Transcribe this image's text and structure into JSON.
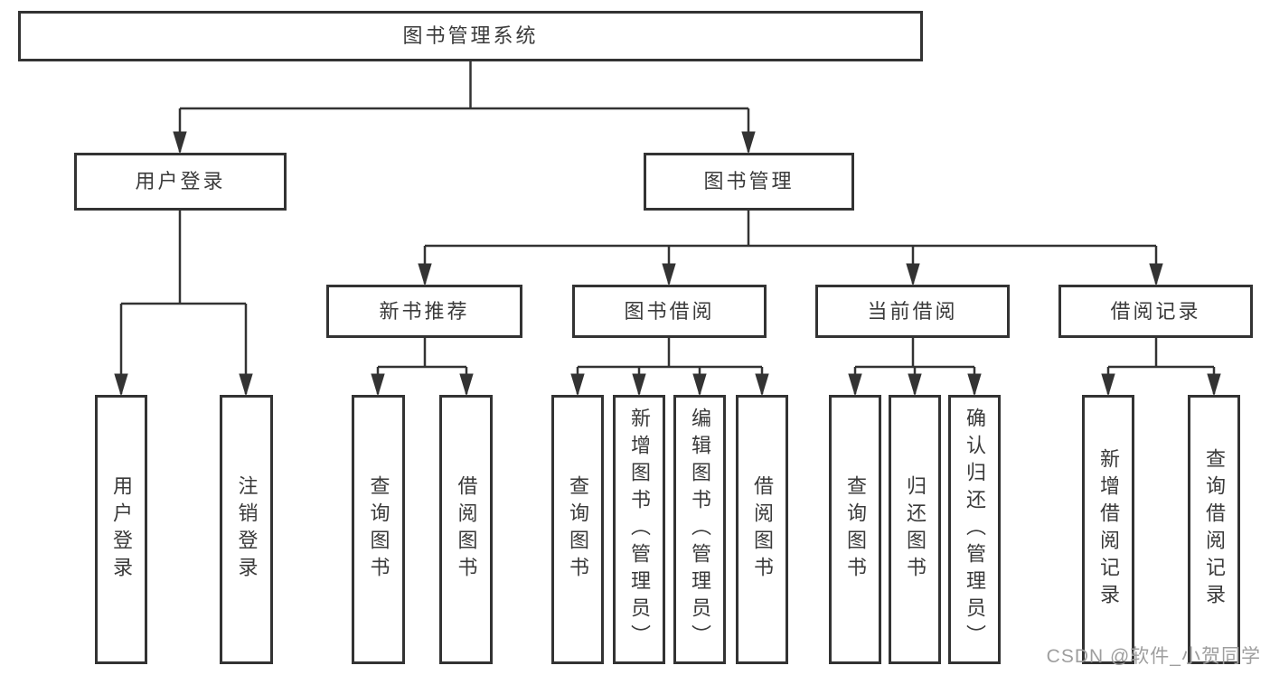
{
  "nodes": {
    "root": "图书管理系统",
    "user_login": "用户登录",
    "book_mgmt": "图书管理",
    "new_book_rec": "新书推荐",
    "book_borrow": "图书借阅",
    "current_borrow": "当前借阅",
    "borrow_record": "借阅记录",
    "leaf_user_login": "用户登录",
    "leaf_logout": "注销登录",
    "leaf_query_book_1": "查询图书",
    "leaf_borrow_book_1": "借阅图书",
    "leaf_query_book_2": "查询图书",
    "leaf_add_book_admin": "新增图书（管理员）",
    "leaf_edit_book_admin": "编辑图书（管理员）",
    "leaf_borrow_book_2": "借阅图书",
    "leaf_query_book_3": "查询图书",
    "leaf_return_book": "归还图书",
    "leaf_confirm_return_admin": "确认归还（管理员）",
    "leaf_add_borrow_record": "新增借阅记录",
    "leaf_query_borrow_record": "查询借阅记录"
  },
  "hierarchy": {
    "图书管理系统": {
      "用户登录": [
        "用户登录",
        "注销登录"
      ],
      "图书管理": {
        "新书推荐": [
          "查询图书",
          "借阅图书"
        ],
        "图书借阅": [
          "查询图书",
          "新增图书（管理员）",
          "编辑图书（管理员）",
          "借阅图书"
        ],
        "当前借阅": [
          "查询图书",
          "归还图书",
          "确认归还（管理员）"
        ],
        "借阅记录": [
          "新增借阅记录",
          "查询借阅记录"
        ]
      }
    }
  },
  "watermark": {
    "text": "CSDN @软件_小贺同学"
  },
  "colors": {
    "line": "#333333",
    "box_border": "#333333",
    "text": "#3a3a3a",
    "background": "#ffffff",
    "watermark": "#9e9e9e"
  }
}
